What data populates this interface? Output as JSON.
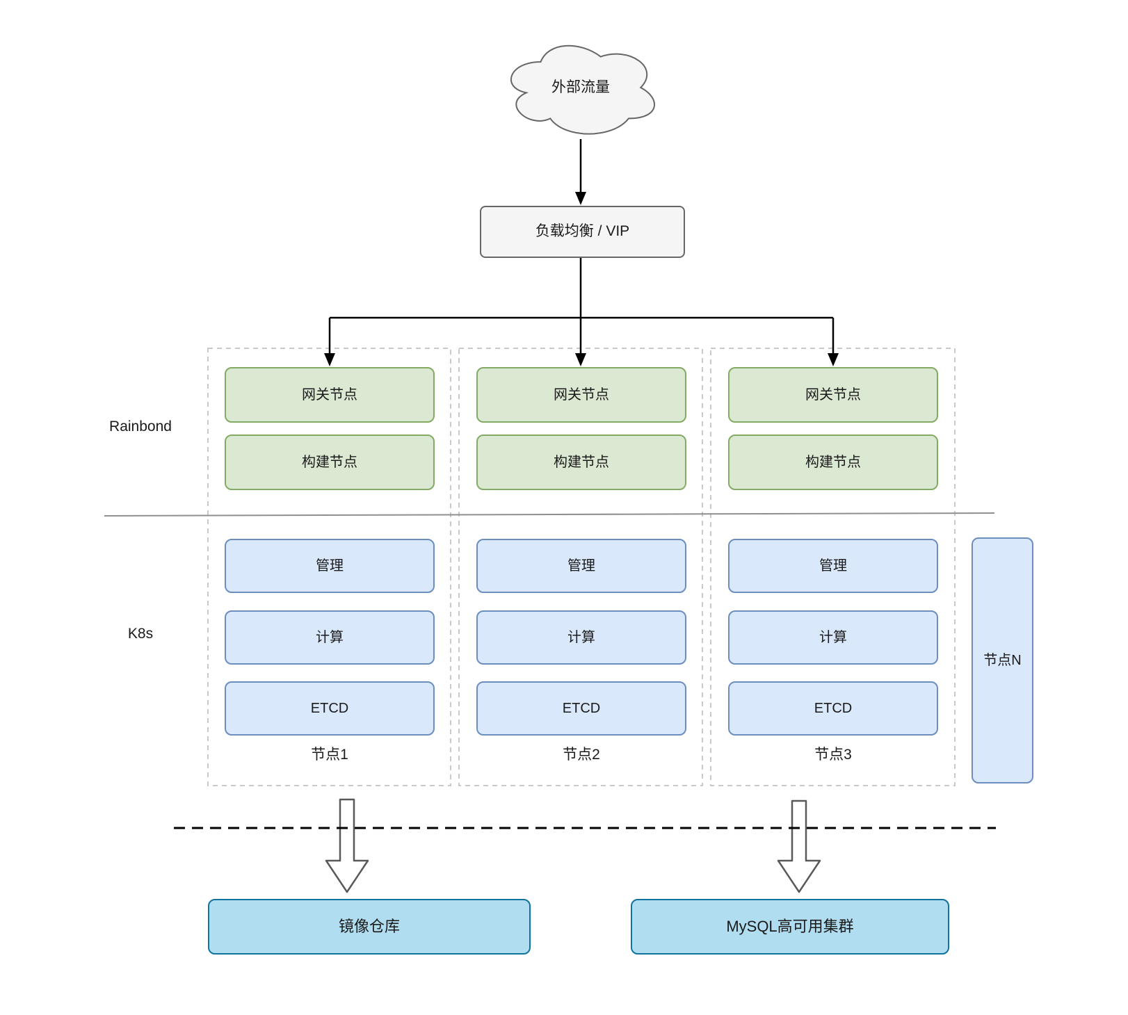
{
  "cloud": {
    "label": "外部流量"
  },
  "load_balancer": {
    "label": "负载均衡 / VIP"
  },
  "sections": {
    "rainbond_label": "Rainbond",
    "k8s_label": "K8s"
  },
  "columns": [
    {
      "gateway_label": "网关节点",
      "build_label": "构建节点",
      "manage_label": "管理",
      "compute_label": "计算",
      "etcd_label": "ETCD",
      "node_label": "节点1"
    },
    {
      "gateway_label": "网关节点",
      "build_label": "构建节点",
      "manage_label": "管理",
      "compute_label": "计算",
      "etcd_label": "ETCD",
      "node_label": "节点2"
    },
    {
      "gateway_label": "网关节点",
      "build_label": "构建节点",
      "manage_label": "管理",
      "compute_label": "计算",
      "etcd_label": "ETCD",
      "node_label": "节点3"
    }
  ],
  "extra_node": {
    "label": "节点N"
  },
  "storage": [
    {
      "label": "镜像仓库"
    },
    {
      "label": "MySQL高可用集群"
    }
  ],
  "colors": {
    "green_fill": "#dbe8d2",
    "green_stroke": "#84ab63",
    "blue_fill": "#dae8fc",
    "blue_stroke": "#6c8ebf",
    "cyan_fill": "#b1ddf0",
    "cyan_stroke": "#10739e",
    "gray_fill": "#f5f5f5",
    "gray_stroke": "#666666",
    "container_stroke": "#c9c9c9",
    "divider_stroke": "#8f8f8f",
    "line_stroke": "#000000",
    "big_arrow_stroke": "#595959",
    "text_color": "#1a1a1a",
    "background": "#ffffff"
  }
}
